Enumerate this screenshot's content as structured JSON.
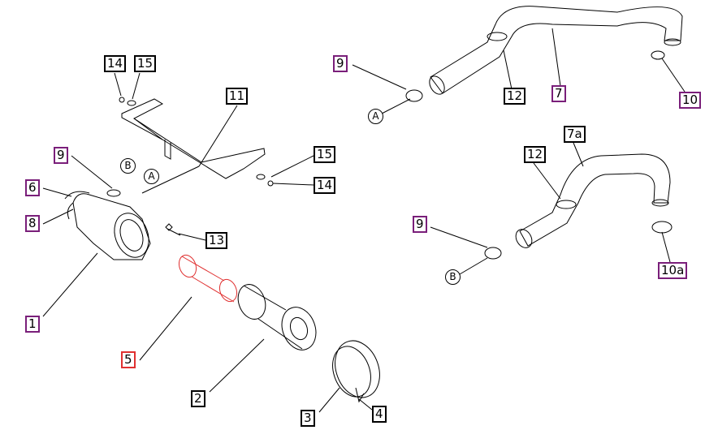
{
  "title": "Air cleaner and intake hose parts diagram",
  "colors": {
    "normal": "#000000",
    "highlight": "#7a1f7a",
    "selected": "#e03030"
  },
  "labels": {
    "l14a": "14",
    "l15a": "15",
    "l11": "11",
    "l9a": "9",
    "cB1": "B",
    "cA1": "A",
    "l6": "6",
    "l8": "8",
    "l13": "13",
    "l15b": "15",
    "l14b": "14",
    "l1": "1",
    "l5": "5",
    "l2": "2",
    "l3": "3",
    "l4": "4",
    "l9b": "9",
    "cA2": "A",
    "l12a": "12",
    "l7": "7",
    "l10": "10",
    "l12b": "12",
    "l7a": "7a",
    "l9c": "9",
    "cB2": "B",
    "l10a": "10a"
  }
}
